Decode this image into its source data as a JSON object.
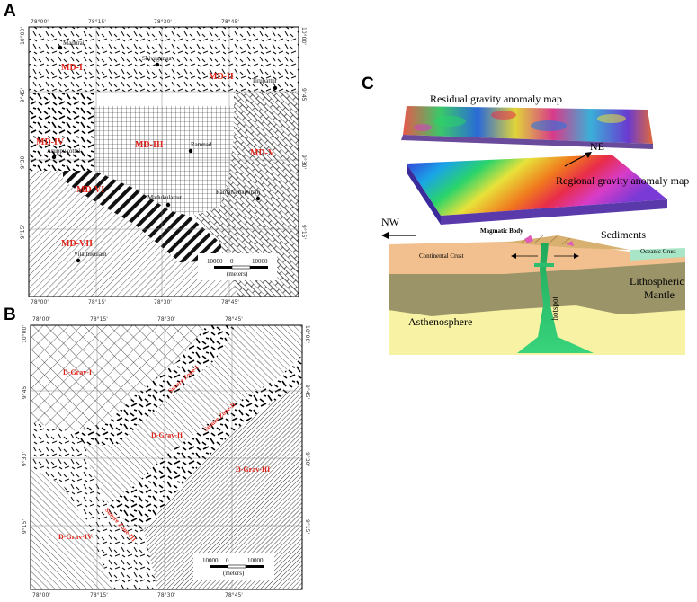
{
  "panels": {
    "a": {
      "letter": "A",
      "top_ticks": [
        "78°00'",
        "78°15'",
        "78°30'",
        "78°45'"
      ],
      "bottom_ticks": [
        "78°00'",
        "78°15'",
        "78°30'",
        "78°45'"
      ],
      "left_ticks": [
        "10°00'",
        "9°45'",
        "9°30'",
        "9°15'"
      ],
      "right_ticks": [
        "10°00'",
        "9°45'",
        "9°30'",
        "9°15'"
      ],
      "zones": [
        "MD-I",
        "MD-II",
        "MD-III",
        "MD-IV",
        "MD-V",
        "MD-VI",
        "MD-VII"
      ],
      "places": [
        "Madurai",
        "Shivaganga",
        "Tirupattur",
        "Aruppukottai",
        "Ramnad",
        "Madukulattur",
        "Ramanathapuram",
        "Vilathikulam"
      ],
      "scale": {
        "left": "10000",
        "mid": "0",
        "right": "10000",
        "unit": "(meters)"
      }
    },
    "b": {
      "letter": "B",
      "top_ticks": [
        "78°00'",
        "78°15'",
        "78°30'",
        "78°45'"
      ],
      "bottom_ticks": [
        "78°00'",
        "78°15'",
        "78°30'",
        "78°45'"
      ],
      "left_ticks": [
        "10°00'",
        "9°45'",
        "9°30'",
        "9°15'"
      ],
      "right_ticks": [
        "10°00'",
        "9°45'",
        "9°30'",
        "9°15'"
      ],
      "zones": [
        "D-Grav-I",
        "D-Grav-II",
        "D-Grav-III",
        "D-Grav-IV"
      ],
      "belts": [
        "Suture Zone-I",
        "Suture Zone-II",
        "Suture Zone-III"
      ],
      "scale": {
        "left": "10000",
        "mid": "0",
        "right": "10000",
        "unit": "(meters)"
      }
    },
    "c": {
      "letter": "C",
      "residual_title": "Residual gravity anomaly map",
      "regional_title": "Regional gravity anomaly map",
      "ne": "NE",
      "nw": "NW",
      "magmatic_body": "Magmatic Body",
      "sediments": "Sediments",
      "continental_crust": "Continental Crust",
      "oceanic_crust": "Oceanic Crust",
      "mantle_line1": "Lithospheric",
      "mantle_line2": "Mantle",
      "asthenosphere": "Asthenosphere",
      "hotspot": "hotspot"
    }
  },
  "colors": {
    "zone_label": "#e0241b",
    "continental_crust": "#f2c08e",
    "oceanic_crust": "#a9e6c8",
    "mantle": "#9a9468",
    "asthenosphere": "#f7f2a4",
    "plume": "#2dbf6e"
  }
}
